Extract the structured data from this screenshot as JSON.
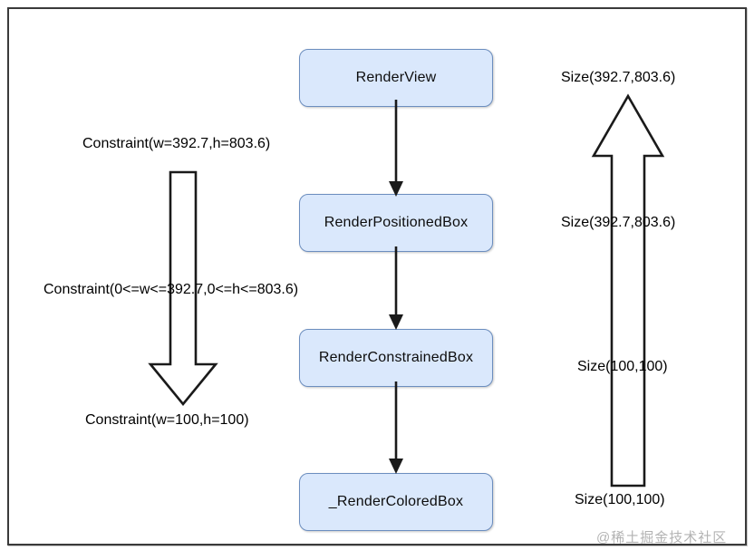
{
  "diagram": {
    "nodes": [
      {
        "id": "render-view",
        "label": "RenderView"
      },
      {
        "id": "render-positioned-box",
        "label": "RenderPositionedBox"
      },
      {
        "id": "render-constrained-box",
        "label": "RenderConstrainedBox"
      },
      {
        "id": "render-colored-box",
        "label": "_RenderColoredBox"
      }
    ],
    "constraint_labels": [
      {
        "id": "constraint-top",
        "text": "Constraint(w=392.7,h=803.6)"
      },
      {
        "id": "constraint-middle",
        "text": "Constraint(0<=w<=392.7,0<=h<=803.6)"
      },
      {
        "id": "constraint-bottom",
        "text": "Constraint(w=100,h=100)"
      }
    ],
    "size_labels": [
      {
        "id": "size-top",
        "text": "Size(392.7,803.6)"
      },
      {
        "id": "size-second",
        "text": "Size(392.7,803.6)"
      },
      {
        "id": "size-third",
        "text": "Size(100,100)"
      },
      {
        "id": "size-bottom",
        "text": "Size(100,100)"
      }
    ],
    "arrows": {
      "constraint_flow_direction": "down",
      "size_flow_direction": "up"
    },
    "watermark": "@稀土掘金技术社区",
    "colors": {
      "node_fill": "#dae8fc",
      "node_stroke": "#6c8ebf",
      "connector": "#1a1a1a",
      "frame": "#3a3a3a",
      "text": "#000000",
      "watermark": "#b3b3b3"
    }
  }
}
